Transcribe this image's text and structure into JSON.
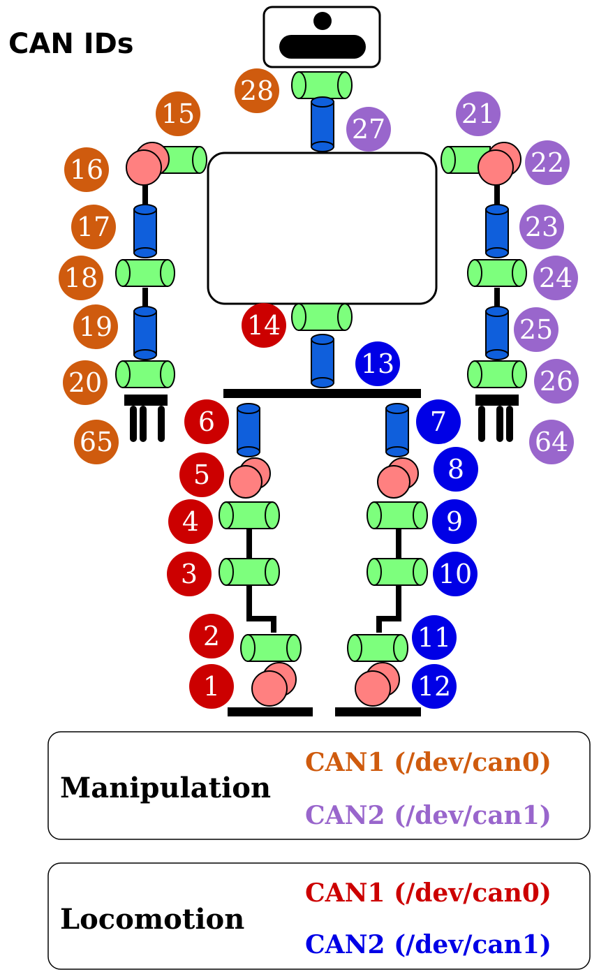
{
  "title": "CAN IDs",
  "colors": {
    "manip_can1": "#cf5b0e",
    "manip_can2": "#9966cc",
    "loco_can1": "#cc0000",
    "loco_can2": "#0000e6",
    "link_green": "#7dff7d",
    "link_blue": "#0f5fdc",
    "joint_pink": "#ff8080"
  },
  "ids": {
    "id1": "1",
    "id2": "2",
    "id3": "3",
    "id4": "4",
    "id5": "5",
    "id6": "6",
    "id7": "7",
    "id8": "8",
    "id9": "9",
    "id10": "10",
    "id11": "11",
    "id12": "12",
    "id13": "13",
    "id14": "14",
    "id15": "15",
    "id16": "16",
    "id17": "17",
    "id18": "18",
    "id19": "19",
    "id20": "20",
    "id21": "21",
    "id22": "22",
    "id23": "23",
    "id24": "24",
    "id25": "25",
    "id26": "26",
    "id27": "27",
    "id28": "28",
    "id64": "64",
    "id65": "65"
  },
  "legend": {
    "manipulation": {
      "label": "Manipulation",
      "can1": "CAN1 (/dev/can0)",
      "can2": "CAN2 (/dev/can1)"
    },
    "locomotion": {
      "label": "Locomotion",
      "can1": "CAN1 (/dev/can0)",
      "can2": "CAN2 (/dev/can1)"
    }
  }
}
